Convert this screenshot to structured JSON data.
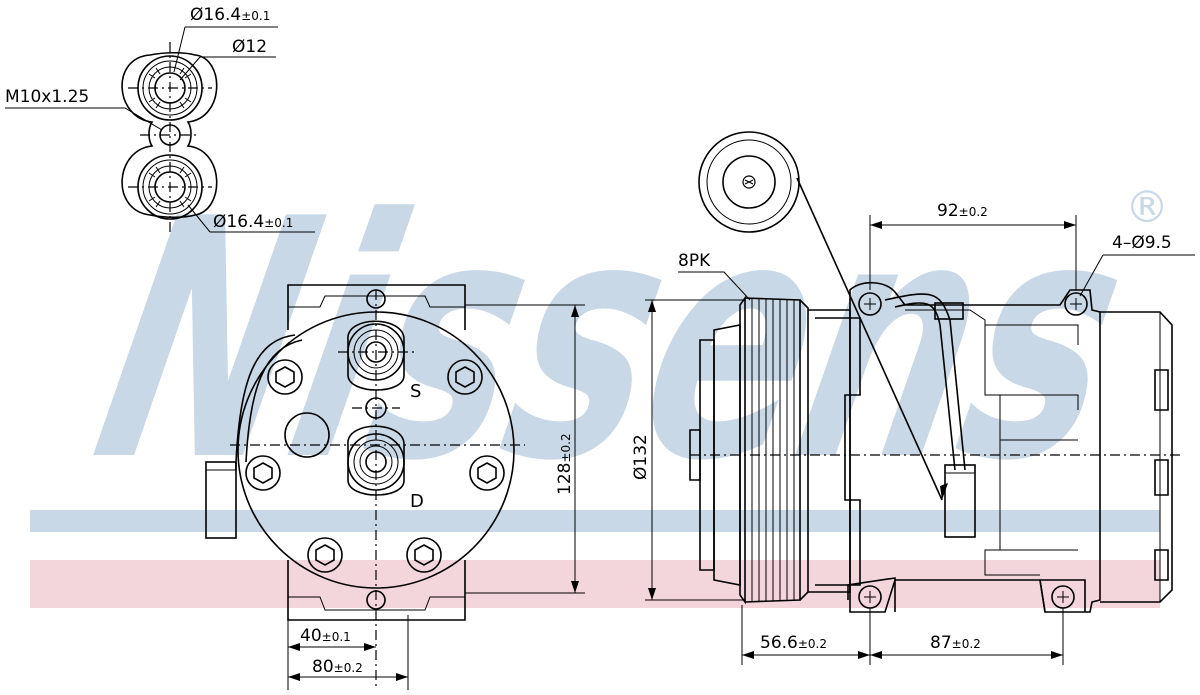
{
  "watermark": {
    "brand": "Nissens",
    "registered_mark": "®",
    "colors": {
      "text": "#c9d8e6",
      "band_blue": "#c9d8e6",
      "band_pink": "#f3d5dc"
    }
  },
  "dimensions": {
    "port_outer_top": "Ø16.4",
    "port_outer_top_tol": "±0.1",
    "port_inner": "Ø12",
    "thread": "M10x1.25",
    "port_outer_bottom": "Ø16.4",
    "port_outer_bottom_tol": "±0.1",
    "height": "128",
    "height_tol": "±0.2",
    "width_half": "40",
    "width_half_tol": "±0.1",
    "width_full": "80",
    "width_full_tol": "±0.2",
    "pulley_diameter": "Ø132",
    "belt": "8PK",
    "mount_spacing": "92",
    "mount_spacing_tol": "±0.2",
    "mount_holes": "4–Ø9.5",
    "pulley_to_mount": "56.6",
    "pulley_to_mount_tol": "±0.2",
    "mount_length": "87",
    "mount_length_tol": "±0.2"
  },
  "port_labels": {
    "suction": "S",
    "discharge": "D"
  },
  "icons": {
    "bolt": "hex-bolt-icon",
    "port": "port-fitting-icon",
    "mount_hole": "mount-hole-icon"
  }
}
